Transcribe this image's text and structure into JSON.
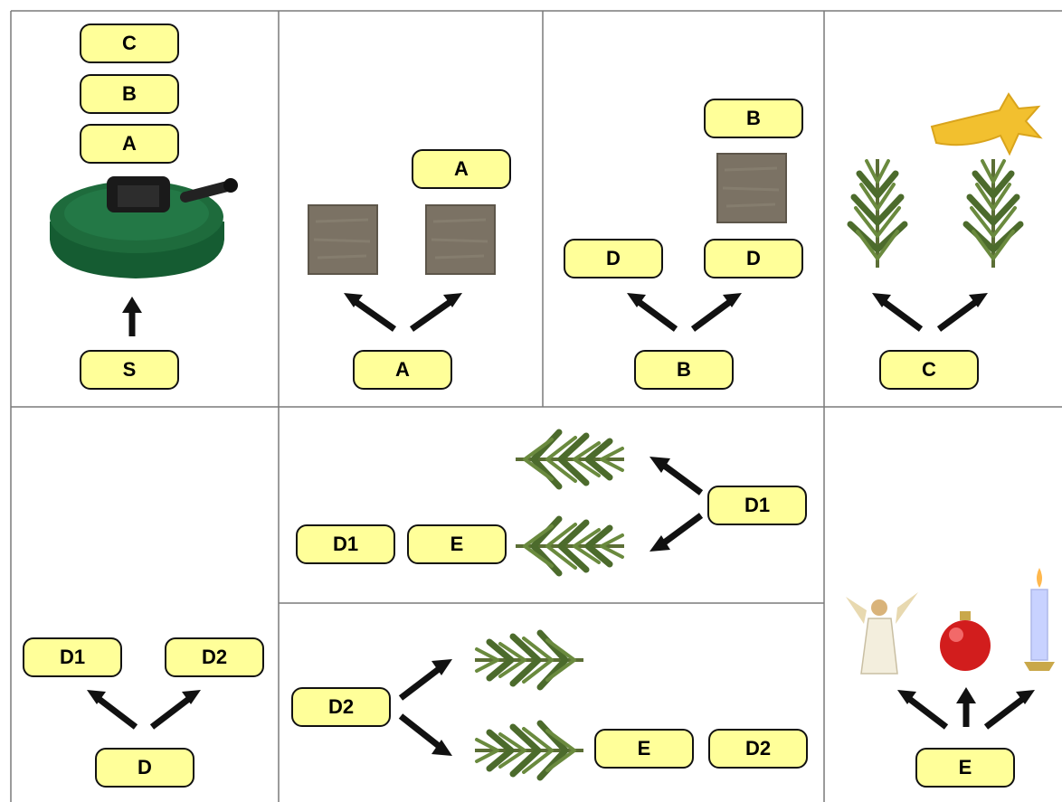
{
  "panels": {
    "stand": {
      "stack_top": "C",
      "stack_mid": "B",
      "stack_bottom": "A",
      "source": "S"
    },
    "rule_a": {
      "result": "A",
      "source": "A"
    },
    "rule_b": {
      "result_top": "B",
      "result_left": "D",
      "result_right": "D",
      "source": "B"
    },
    "rule_c": {
      "source": "C"
    },
    "rule_d": {
      "result_left": "D1",
      "result_right": "D2",
      "source": "D"
    },
    "rule_d1": {
      "source": "D1",
      "result_first": "D1",
      "result_second": "E"
    },
    "rule_d2": {
      "source": "D2",
      "result_first": "E",
      "result_second": "D2"
    },
    "rule_e": {
      "source": "E"
    }
  },
  "colors": {
    "label_fill": "#ffff99",
    "label_border": "#111111",
    "grid_line": "#7a7a7a",
    "arrow": "#111111",
    "branch": "#4c6b2c",
    "trunk": "#7b7264",
    "stand": "#1e6b3c",
    "star": "#f2c02f",
    "bauble": "#d21d1d",
    "candle": "#c8d2ff"
  },
  "icons": [
    "tree-stand-icon",
    "trunk-icon",
    "branch-icon",
    "star-icon",
    "angel-icon",
    "bauble-icon",
    "candle-icon",
    "arrow-icon"
  ]
}
